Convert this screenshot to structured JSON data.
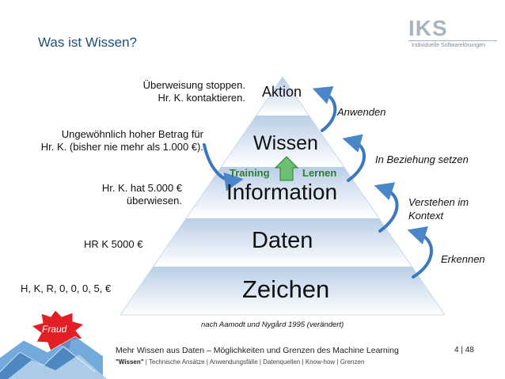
{
  "slide_title": "Was ist Wissen?",
  "logo": {
    "name": "IKS",
    "subtitle": "Individuelle Softwarelösungen"
  },
  "pyramid": {
    "levels": [
      "Aktion",
      "Wissen",
      "Information",
      "Daten",
      "Zeichen"
    ],
    "inner_left": "Training",
    "inner_right": "Lernen"
  },
  "examples": {
    "aktion_line1": "Überweisung stoppen.",
    "aktion_line2": "Hr. K. kontaktieren.",
    "wissen_line1": "Ungewöhnlich hoher Betrag für",
    "wissen_line2": "Hr. K. (bisher nie mehr als 1.000 €).",
    "information_line1": "Hr. K. hat 5.000 €",
    "information_line2": "überwiesen.",
    "daten": "HR K 5000 €",
    "zeichen": "H, K, R, 0, 0, 0, 5, €"
  },
  "transitions": {
    "anwenden": "Anwenden",
    "beziehung": "In Beziehung setzen",
    "verstehen_line1": "Verstehen im",
    "verstehen_line2": "Kontext",
    "erkennen": "Erkennen"
  },
  "fraud_label": "Fraud",
  "citation": "nach Aamodt und Nygård 1995 (verändert)",
  "footer": {
    "main": "Mehr Wissen aus Daten – Möglichkeiten und Grenzen des Machine Learning",
    "sub_bold": "\"Wissen\"",
    "sub_rest": " | Technische Ansätze | Anwendungsfälle | Datenquellen | Know-how | Grenzen",
    "page": "4 | 48"
  },
  "colors": {
    "title": "#1f4e79",
    "pyramid_band_dark": "#b8cde6",
    "pyramid_band_light": "#ffffff",
    "arrow": "#2e75b6",
    "fraud_red": "#c00000",
    "training_green": "#2e7d32"
  }
}
